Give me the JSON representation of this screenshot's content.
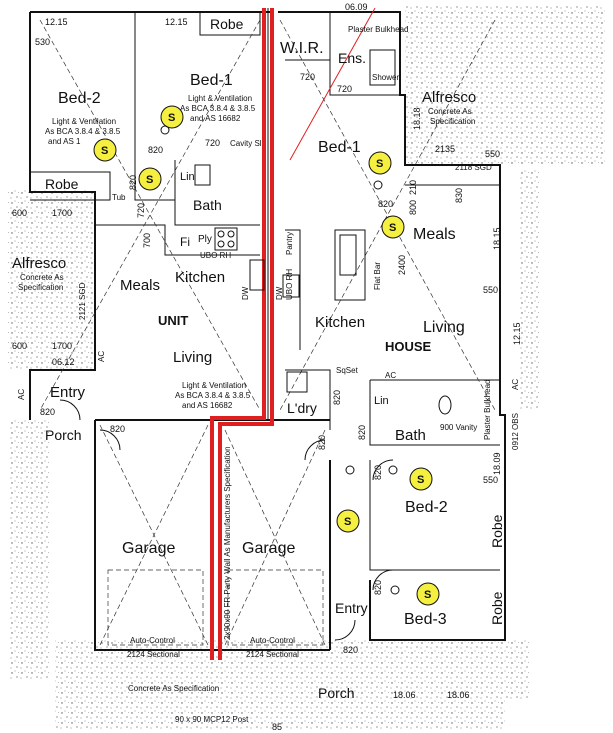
{
  "rooms": {
    "bed1_unit": "Bed-1",
    "bed2_unit": "Bed-2",
    "robe_top": "Robe",
    "robe_left": "Robe",
    "lin_unit": "Lin",
    "bath_unit": "Bath",
    "alfresco_left": "Alfresco",
    "meals_unit": "Meals",
    "kitchen_unit": "Kitchen",
    "unit_label": "UNIT",
    "living_unit": "Living",
    "entry_unit": "Entry",
    "porch_unit": "Porch",
    "garage_left": "Garage",
    "garage_right": "Garage",
    "wir": "W.I.R.",
    "ens": "Ens.",
    "alfresco_right": "Alfresco",
    "bed1_house": "Bed-1",
    "meals_house": "Meals",
    "kitchen_house": "Kitchen",
    "living_house": "Living",
    "house_label": "HOUSE",
    "lin_house": "Lin",
    "ldry": "L'dry",
    "bath_house": "Bath",
    "bed2_house": "Bed-2",
    "robe_right1": "Robe",
    "robe_right2": "Robe",
    "bed3_house": "Bed-3",
    "entry_house": "Entry",
    "porch_house": "Porch",
    "fi": "Fi",
    "ply": "Ply"
  },
  "notes": {
    "light_vent_bed1_1": "Light & Ventilation",
    "light_vent_bed1_2": "As BCA 3.8.4 & 3.8.5",
    "light_vent_bed1_3": "and AS 16682",
    "light_vent_living_1": "Light & Ventilation",
    "light_vent_living_2": "As BCA 3.8.4 & 3.8.5",
    "light_vent_living_3": "and AS 16682",
    "bed2_note_1": "Light & Ventilation",
    "bed2_note_2": "As BCA 3.8.4 & 3.8.5",
    "bed2_note_3": "and AS 1",
    "alfresco_left_note_1": "Concrete As",
    "alfresco_left_note_2": "Specification",
    "alfresco_right_note_1": "Concrete As",
    "alfresco_right_note_2": "Specification",
    "cavity": "Cavity Sl",
    "party_wall": "2x90x90 FR Party Wall As Manufacturers Specification",
    "auto_control_left": "Auto-Control",
    "sectional_left": "2124 Sectional",
    "auto_control_right": "Auto-Control",
    "sectional_right": "2124 Sectional",
    "concrete_bottom": "Concrete As Specification",
    "post": "90 x 90 MCP12 Post",
    "flat_bar": "Flat Bar",
    "plaster_bulkhead": "Plaster Bulkhead",
    "bulkhead_side": "Plaster Bulkhead",
    "sqset": "SqSet",
    "vanity": "900 Vanity",
    "shower": "Shower",
    "pantry": "Pantry",
    "ubo_rh_left": "UBO RH",
    "ubo_rh_right": "UBO RH",
    "dw_left": "DW",
    "dw_right": "DW",
    "ac_left": "AC",
    "ac_entry": "AC",
    "ac_house": "AC",
    "ac_right": "AC",
    "tub": "Tub",
    "sgd_left": "2121 SGD",
    "sgd_top": "2118 SGD",
    "obs_right": "0912 OBS"
  },
  "dimensions": {
    "d1215_a": "12.15",
    "d1215_b": "12.15",
    "d0609": "06.09",
    "d530": "530",
    "d720_a": "720",
    "d720_b": "720",
    "d720_c": "720",
    "d720_d": "720",
    "d820_a": "820",
    "d820_b": "820",
    "d820_c": "820",
    "d820_d": "820",
    "d820_e": "820",
    "d820_f": "820",
    "d820_g": "820",
    "d820_h": "820",
    "d820_i": "820",
    "d820_j": "820",
    "d820_k": "820",
    "d600_a": "600",
    "d600_b": "600",
    "d1700_a": "1700",
    "d1700_b": "1700",
    "d2135": "2135",
    "d550_a": "550",
    "d550_b": "550",
    "d550_c": "550",
    "d1818": "18.18",
    "d1815": "18.15",
    "d1215_c": "12.15",
    "d0612": "06.12",
    "d830": "830",
    "d2400": "2400",
    "d1809": "18.09",
    "d1806_a": "18.06",
    "d1806_b": "18.06",
    "d85": "85",
    "d210": "210",
    "d800": "800",
    "d700": "700"
  },
  "symbols": {
    "smoke": "S"
  },
  "colors": {
    "party_wall": "#e02020",
    "smoke_fill": "#f5f040",
    "walls": "#111111"
  }
}
